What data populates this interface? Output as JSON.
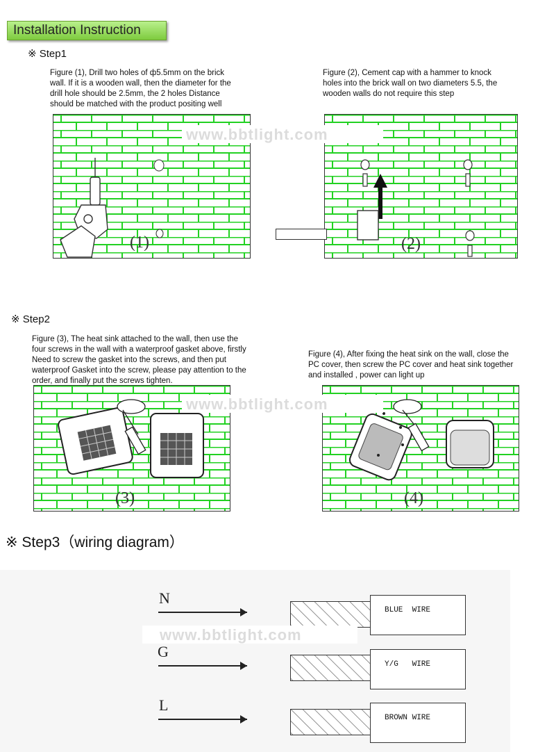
{
  "title": "Installation Instruction",
  "watermark": "www.bbtlight.com",
  "step1": {
    "label": "※  Step1",
    "fig1_text": [
      "Figure (1), Drill two holes of ф5.5mm on the brick",
      "wall. If it is a wooden wall, then the diameter for the",
      "drill hole should be 2.5mm, the 2 holes Distance",
      "should be matched with the product positing well"
    ],
    "fig2_text": [
      "Figure (2), Cement cap with a hammer to knock",
      "holes into the brick wall on two diameters 5.5, the",
      "wooden walls do not require this step"
    ],
    "fig1_num": "(1)",
    "fig2_num": "(2)"
  },
  "step2": {
    "label": "※  Step2",
    "fig3_text": [
      "Figure (3), The heat sink attached to the wall, then use the",
      "four screws in the wall with a waterproof gasket above, firstly",
      "Need to screw the gasket into the screws, and then put",
      "waterproof Gasket into the screw, please pay attention to the",
      "order, and finally put the screws tighten."
    ],
    "fig4_text": [
      "Figure (4), After fixing the heat sink on the wall, close the",
      "PC cover, then screw the PC cover and heat sink together",
      "and installed , power can light up"
    ],
    "fig3_num": "(3)",
    "fig4_num": "(4)"
  },
  "step3": {
    "label": "※  Step3（wiring diagram）",
    "wires": [
      {
        "terminal": "N",
        "label": "BLUE  WIRE"
      },
      {
        "terminal": "G",
        "label": "Y/G   WIRE"
      },
      {
        "terminal": "L",
        "label": "BROWN WIRE"
      }
    ]
  },
  "colors": {
    "brick": "#22d122",
    "banner": "#9be064"
  }
}
